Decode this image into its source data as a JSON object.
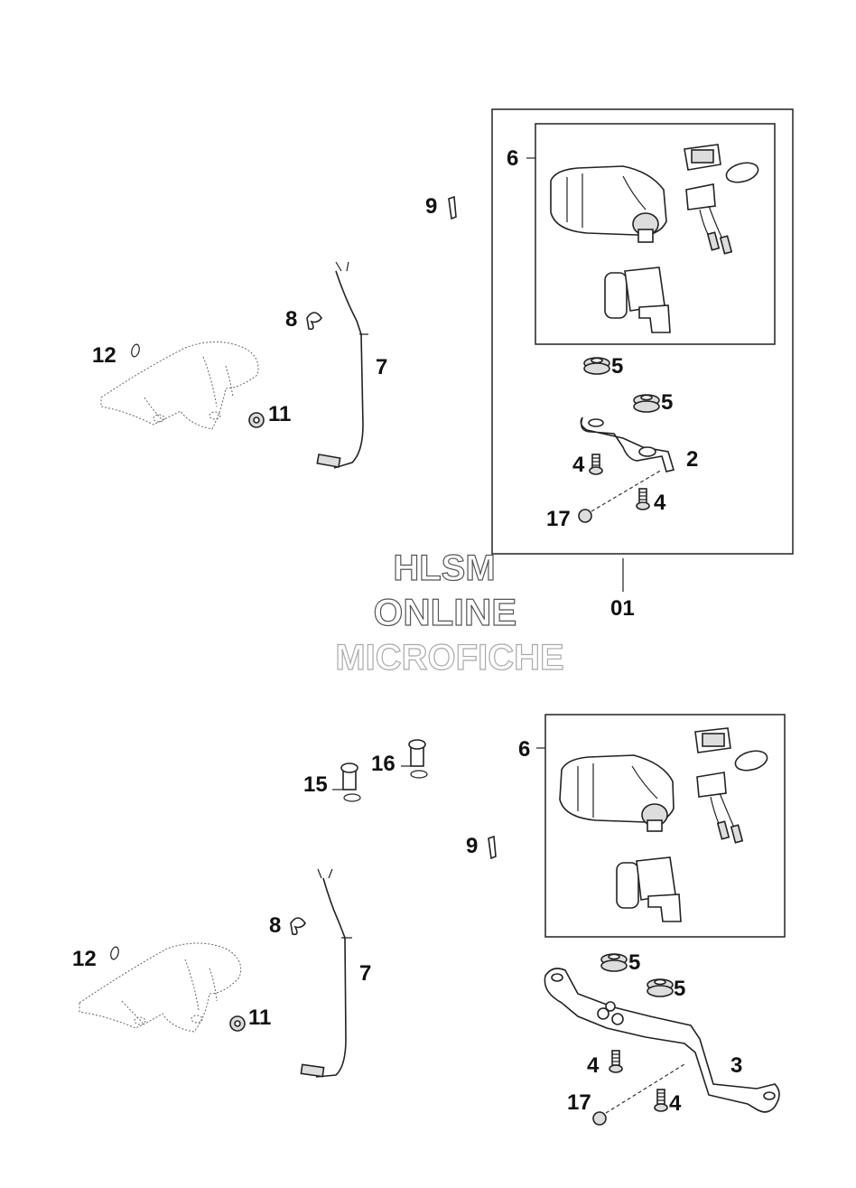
{
  "watermark": {
    "line1": "HLSM",
    "line2": "ONLINE",
    "line3": "MICROFICHE"
  },
  "top": {
    "callouts": {
      "c6": "6",
      "c9": "9",
      "c8": "8",
      "c7": "7",
      "c12": "12",
      "c11": "11",
      "c5a": "5",
      "c5b": "5",
      "c4a": "4",
      "c2": "2",
      "c4b": "4",
      "c17": "17",
      "c01": "01"
    }
  },
  "bottom": {
    "callouts": {
      "c6": "6",
      "c9": "9",
      "c15": "15",
      "c16": "16",
      "c8": "8",
      "c7": "7",
      "c12": "12",
      "c11": "11",
      "c5a": "5",
      "c5b": "5",
      "c4a": "4",
      "c3": "3",
      "c17": "17",
      "c4b": "4"
    }
  }
}
